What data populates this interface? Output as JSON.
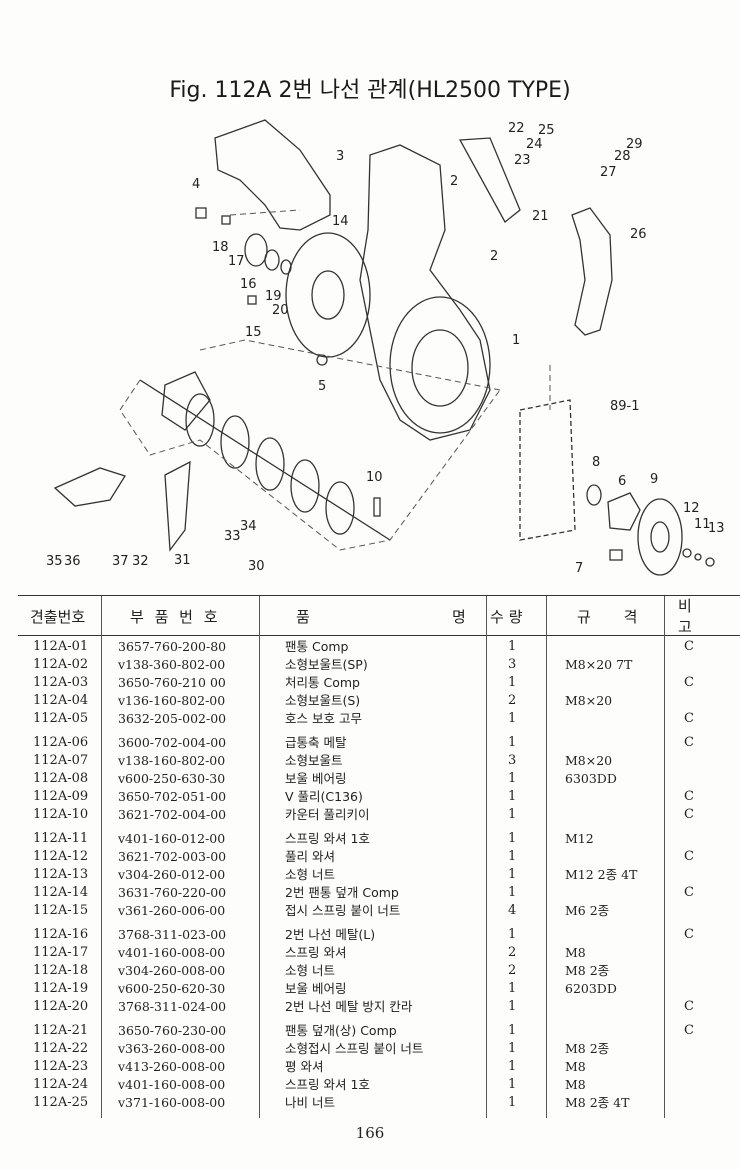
{
  "title": "Fig. 112A 2번 나선 관계(HL2500 TYPE)",
  "diagram": {
    "callouts": [
      "1",
      "2",
      "2",
      "3",
      "4",
      "5",
      "6",
      "7",
      "8",
      "9",
      "10",
      "11",
      "12",
      "13",
      "14",
      "15",
      "16",
      "17",
      "18",
      "19",
      "20",
      "21",
      "22",
      "23",
      "24",
      "25",
      "26",
      "27",
      "28",
      "29",
      "30",
      "31",
      "32",
      "33",
      "34",
      "35",
      "36",
      "37",
      "89-1"
    ]
  },
  "table": {
    "headers": {
      "id": "견출번호",
      "part_no": "부 품 번 호",
      "name_left": "품",
      "name_right": "명",
      "qty": "수 량",
      "spec": "규 격",
      "note": "비 고"
    },
    "groups": [
      [
        {
          "id": "112A-01",
          "pn": "3657-760-200-80",
          "name": "팬통 Comp",
          "qty": "1",
          "spec": "",
          "note": "C"
        },
        {
          "id": "112A-02",
          "pn": "v138-360-802-00",
          "name": "소형보울트(SP)",
          "qty": "3",
          "spec": "M8×20 7T",
          "note": ""
        },
        {
          "id": "112A-03",
          "pn": "3650-760-210 00",
          "name": "처리통 Comp",
          "qty": "1",
          "spec": "",
          "note": "C"
        },
        {
          "id": "112A-04",
          "pn": "v136-160-802-00",
          "name": "소형보울트(S)",
          "qty": "2",
          "spec": "M8×20",
          "note": ""
        },
        {
          "id": "112A-05",
          "pn": "3632-205-002-00",
          "name": "호스 보호 고무",
          "qty": "1",
          "spec": "",
          "note": "C"
        }
      ],
      [
        {
          "id": "112A-06",
          "pn": "3600-702-004-00",
          "name": "급통축 메탈",
          "qty": "1",
          "spec": "",
          "note": "C"
        },
        {
          "id": "112A-07",
          "pn": "v138-160-802-00",
          "name": "소형보울트",
          "qty": "3",
          "spec": "M8×20",
          "note": ""
        },
        {
          "id": "112A-08",
          "pn": "v600-250-630-30",
          "name": "보울 베어링",
          "qty": "1",
          "spec": "6303DD",
          "note": ""
        },
        {
          "id": "112A-09",
          "pn": "3650-702-051-00",
          "name": "V 풀리(C136)",
          "qty": "1",
          "spec": "",
          "note": "C"
        },
        {
          "id": "112A-10",
          "pn": "3621-702-004-00",
          "name": "카운터 풀리키이",
          "qty": "1",
          "spec": "",
          "note": "C"
        }
      ],
      [
        {
          "id": "112A-11",
          "pn": "v401-160-012-00",
          "name": "스프링 와셔 1호",
          "qty": "1",
          "spec": "M12",
          "note": ""
        },
        {
          "id": "112A-12",
          "pn": "3621-702-003-00",
          "name": "풀리 와셔",
          "qty": "1",
          "spec": "",
          "note": "C"
        },
        {
          "id": "112A-13",
          "pn": "v304-260-012-00",
          "name": "소형 너트",
          "qty": "1",
          "spec": "M12 2종 4T",
          "note": ""
        },
        {
          "id": "112A-14",
          "pn": "3631-760-220-00",
          "name": "2번 팬통 덮개 Comp",
          "qty": "1",
          "spec": "",
          "note": "C"
        },
        {
          "id": "112A-15",
          "pn": "v361-260-006-00",
          "name": "접시 스프링 붙이 너트",
          "qty": "4",
          "spec": "M6 2종",
          "note": ""
        }
      ],
      [
        {
          "id": "112A-16",
          "pn": "3768-311-023-00",
          "name": "2번 나선 메탈(L)",
          "qty": "1",
          "spec": "",
          "note": "C"
        },
        {
          "id": "112A-17",
          "pn": "v401-160-008-00",
          "name": "스프링 와셔",
          "qty": "2",
          "spec": "M8",
          "note": ""
        },
        {
          "id": "112A-18",
          "pn": "v304-260-008-00",
          "name": "소형 너트",
          "qty": "2",
          "spec": "M8 2종",
          "note": ""
        },
        {
          "id": "112A-19",
          "pn": "v600-250-620-30",
          "name": "보울 베어링",
          "qty": "1",
          "spec": "6203DD",
          "note": ""
        },
        {
          "id": "112A-20",
          "pn": "3768-311-024-00",
          "name": "2번 나선 메탈 방지 칸라",
          "qty": "1",
          "spec": "",
          "note": "C"
        }
      ],
      [
        {
          "id": "112A-21",
          "pn": "3650-760-230-00",
          "name": "팬통 덮개(상) Comp",
          "qty": "1",
          "spec": "",
          "note": "C"
        },
        {
          "id": "112A-22",
          "pn": "v363-260-008-00",
          "name": "소형접시 스프링 붙이 너트",
          "qty": "1",
          "spec": "M8 2종",
          "note": ""
        },
        {
          "id": "112A-23",
          "pn": "v413-260-008-00",
          "name": "평 와셔",
          "qty": "1",
          "spec": "M8",
          "note": ""
        },
        {
          "id": "112A-24",
          "pn": "v401-160-008-00",
          "name": "스프링 와셔 1호",
          "qty": "1",
          "spec": "M8",
          "note": ""
        },
        {
          "id": "112A-25",
          "pn": "v371-160-008-00",
          "name": "나비 너트",
          "qty": "1",
          "spec": "M8 2종 4T",
          "note": ""
        }
      ]
    ]
  },
  "page_number": "166"
}
